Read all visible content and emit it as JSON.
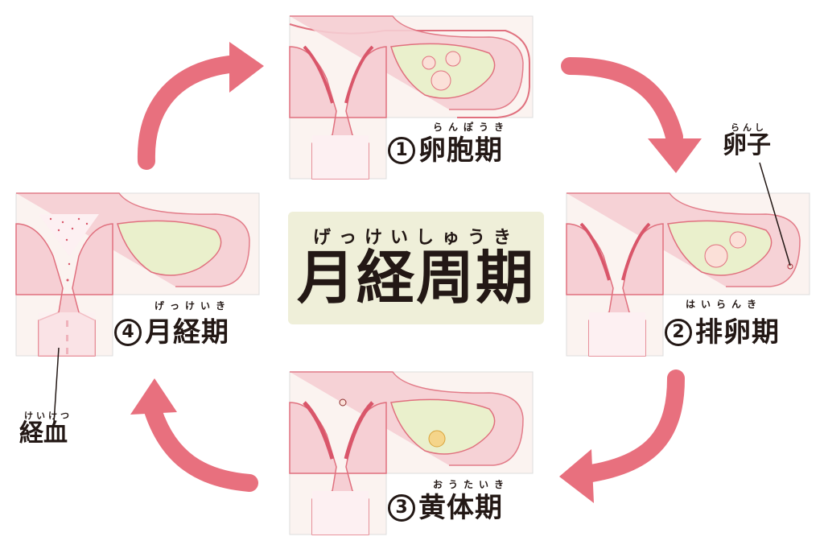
{
  "title": {
    "main": "月経周期",
    "ruby": "げっけいしゅうき"
  },
  "phases": [
    {
      "number": "1",
      "label": "卵胞期",
      "ruby": "らんぽうき"
    },
    {
      "number": "2",
      "label": "排卵期",
      "ruby": "はいらんき"
    },
    {
      "number": "3",
      "label": "黄体期",
      "ruby": "おうたいき"
    },
    {
      "number": "4",
      "label": "月経期",
      "ruby": "げっけいき"
    }
  ],
  "callouts": {
    "egg": {
      "label": "卵子",
      "ruby": "らんし"
    },
    "menstrual_blood": {
      "label": "経血",
      "ruby": "けいけつ"
    }
  },
  "colors": {
    "arrow": "#e8707e",
    "tissue": "#f6cfd4",
    "tissue_line": "#e0707e",
    "ovary": "#eaf0cc",
    "title_bg": "#efefd9",
    "panel_bg": "#fbf3f0",
    "text": "#231815"
  }
}
